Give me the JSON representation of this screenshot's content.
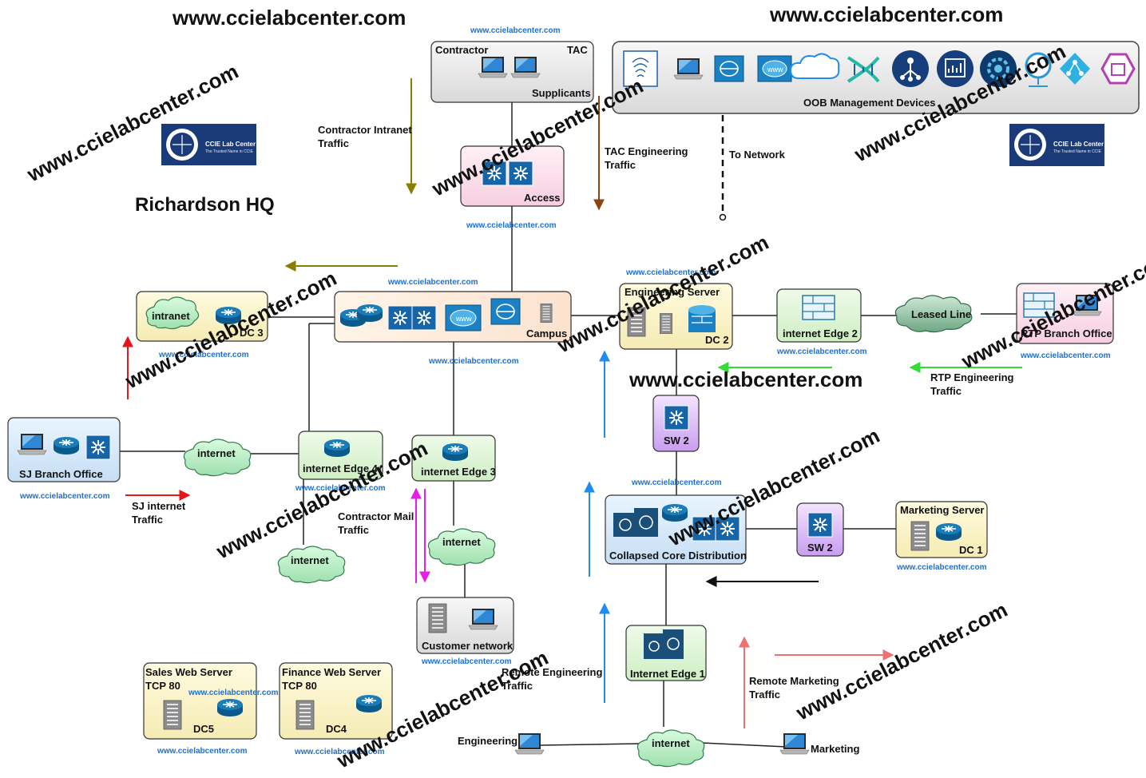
{
  "watermark": "www.ccielabcenter.com",
  "title": "Richardson HQ",
  "logo": {
    "name": "CCIE Lab Center",
    "tagline": "The Trusted Name in CCIE"
  },
  "nodes": {
    "contractor_box": {
      "left": "Contractor",
      "right": "TAC",
      "bottom": "Supplicants"
    },
    "access": "Access",
    "oob": "OOB Management Devices",
    "campus": "Campus",
    "dc3": {
      "cloud": "intranet",
      "label": "DC 3"
    },
    "engineering_server": {
      "title": "Engineering Server",
      "label": "DC 2"
    },
    "internet_edge_2": "internet Edge 2",
    "leased_line": "Leased Line",
    "rtp_branch": "RTP Branch Office",
    "sj_branch": "SJ Branch Office",
    "internet_sj": "internet",
    "internet_edge_4": "internet Edge 4",
    "internet_edge_3": "internet Edge 3",
    "internet_left": "internet",
    "internet_mid": "internet",
    "customer_network": "Customer network",
    "sw2_top": "SW 2",
    "sw2_right": "SW 2",
    "collapsed_core": "Collapsed Core Distribution",
    "marketing_server": {
      "title": "Marketing Server",
      "label": "DC 1"
    },
    "internet_edge_1": "Internet Edge 1",
    "internet_bottom": "internet",
    "engineering": "Engineering",
    "marketing": "Marketing",
    "sales_web": {
      "title": "Sales Web Server",
      "port": "TCP 80",
      "label": "DC5"
    },
    "finance_web": {
      "title": "Finance Web Server",
      "port": "TCP 80",
      "label": "DC4"
    }
  },
  "traffic": {
    "contractor_intranet": [
      "Contractor Intranet",
      "Traffic"
    ],
    "tac_engineering": [
      "TAC Engineering",
      "Traffic"
    ],
    "to_network": "To Network",
    "rtp_engineering": [
      "RTP Engineering",
      "Traffic"
    ],
    "sj_internet": [
      "SJ internet",
      "Traffic"
    ],
    "contractor_mail": [
      "Contractor Mail",
      "Traffic"
    ],
    "remote_engineering": [
      "Remote Engineering",
      "Traffic"
    ],
    "remote_marketing": [
      "Remote Marketing",
      "Traffic"
    ]
  },
  "colors": {
    "olive": "#8a7d00",
    "brown": "#8b4513",
    "red": "#e8161a",
    "green": "#33dd33",
    "magenta": "#e61ee6",
    "blue": "#1e8cf0",
    "salmon": "#ef7070",
    "black": "#111111"
  }
}
